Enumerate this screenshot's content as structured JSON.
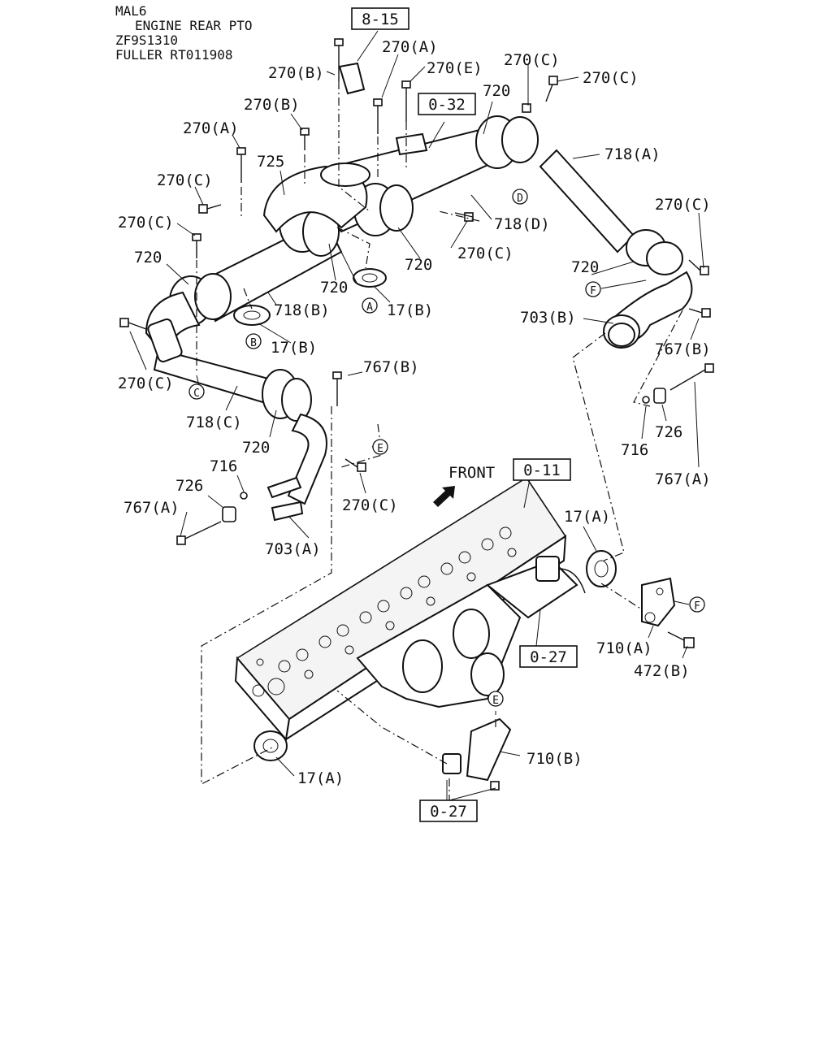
{
  "header": {
    "line1": "MAL6",
    "line2": "ENGINE REAR PTO",
    "line3": "ZF9S1310",
    "line4": "FULLER RT011908"
  },
  "refs": {
    "r815": "8-15",
    "r032": "0-32",
    "r011": "0-11",
    "r027a": "0-27",
    "r027b": "0-27"
  },
  "front_label": "FRONT",
  "markers": {
    "A": "A",
    "B": "B",
    "C": "C",
    "D": "D",
    "E": "E",
    "F": "F"
  },
  "labels": {
    "p270B_1": "270(B)",
    "p270A_1": "270(A)",
    "p270E": "270(E)",
    "p270C_1": "270(C)",
    "p270C_2": "270(C)",
    "p720_1": "720",
    "p270B_2": "270(B)",
    "p270A_2": "270(A)",
    "p725": "725",
    "p718A": "718(A)",
    "p270C_3": "270(C)",
    "p270C_4": "270(C)",
    "p718D": "718(D)",
    "p270C_5": "270(C)",
    "p270C_6": "270(C)",
    "p720_2": "720",
    "p720_3": "720",
    "p720_4": "720",
    "p720_5": "720",
    "p17B_1": "17(B)",
    "p718B": "718(B)",
    "p17B_2": "17(B)",
    "p703B": "703(B)",
    "p767B_1": "767(B)",
    "p270C_7": "270(C)",
    "p767B_2": "767(B)",
    "p718C": "718(C)",
    "p720_6": "720",
    "p726_1": "726",
    "p716_1": "716",
    "p767A_1": "767(A)",
    "p716_2": "716",
    "p726_2": "726",
    "p767A_2": "767(A)",
    "p270C_8": "270(C)",
    "p703A": "703(A)",
    "p17A_1": "17(A)",
    "p710A": "710(A)",
    "p472B": "472(B)",
    "p710B": "710(B)",
    "p17A_2": "17(A)"
  }
}
